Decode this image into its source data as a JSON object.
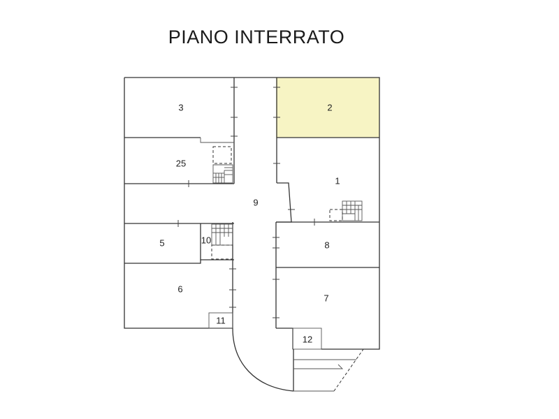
{
  "title": "PIANO INTERRATO",
  "colors": {
    "highlight": "#f7f4c4",
    "wall": "#333333"
  },
  "units": [
    {
      "id": "3",
      "label": "3",
      "highlighted": false
    },
    {
      "id": "2",
      "label": "2",
      "highlighted": true
    },
    {
      "id": "25",
      "label": "25",
      "highlighted": false
    },
    {
      "id": "1",
      "label": "1",
      "highlighted": false
    },
    {
      "id": "9",
      "label": "9",
      "highlighted": false
    },
    {
      "id": "5",
      "label": "5",
      "highlighted": false
    },
    {
      "id": "10",
      "label": "10",
      "highlighted": false
    },
    {
      "id": "8",
      "label": "8",
      "highlighted": false
    },
    {
      "id": "6",
      "label": "6",
      "highlighted": false
    },
    {
      "id": "7",
      "label": "7",
      "highlighted": false
    },
    {
      "id": "11",
      "label": "11",
      "highlighted": false
    },
    {
      "id": "12",
      "label": "12",
      "highlighted": false
    }
  ]
}
